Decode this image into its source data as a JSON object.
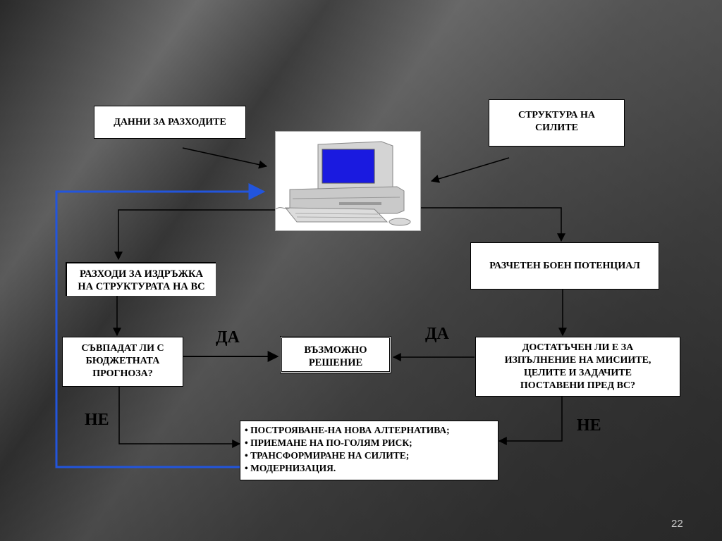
{
  "boxes": {
    "cost_data": "ДАННИ ЗА РАЗХОДИТЕ",
    "force_structure": [
      "СТРУКТУРА НА",
      "СИЛИТЕ"
    ],
    "maintenance_costs": [
      "РАЗХОДИ ЗА ИЗДРЪЖКА",
      "НА СТРУКТУРАТА НА ВС"
    ],
    "combat_potential": "РАЗЧЕТЕН БОЕН ПОТЕНЦИАЛ",
    "budget_question": [
      "СЪВПАДАТ ЛИ С",
      "БЮДЖЕТНАТА",
      "ПРОГНОЗА?"
    ],
    "possible_solution": [
      "ВЪЗМОЖНО",
      "РЕШЕНИЕ"
    ],
    "sufficiency_question": [
      "ДОСТАТЪЧЕН ЛИ Е ЗА",
      "ИЗПЪЛНЕНИЕ НА МИСИИТЕ,",
      "ЦЕЛИТЕ И ЗАДАЧИТЕ",
      "ПОСТАВЕНИ ПРЕД ВС?"
    ],
    "alternatives": [
      "• ПОСТРОЯВАНЕ-НА НОВА АЛТЕРНАТИВА;",
      "• ПРИЕМАНЕ НА ПО-ГОЛЯМ РИСК;",
      "• ТРАНСФОРМИРАНЕ НА СИЛИТЕ;",
      "• МОДЕРНИЗАЦИЯ."
    ]
  },
  "labels": {
    "yes_left": "ДА",
    "yes_right": "ДА",
    "no_left": "НЕ",
    "no_right": "НЕ"
  },
  "computer_icon": "computer-icon",
  "colors": {
    "arrow": "#000000",
    "feedback_arrow": "#2255dd",
    "screen": "#1a1ae0"
  },
  "page_number": "22"
}
